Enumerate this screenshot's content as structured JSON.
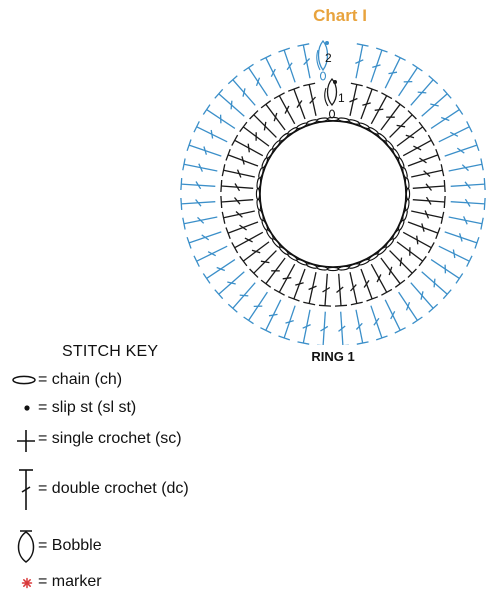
{
  "chart_title": "Chart I",
  "ring_label": "RING 1",
  "round_labels": [
    "1",
    "2"
  ],
  "stitch_key": {
    "title": "STITCH KEY",
    "items": [
      {
        "symbol": "chain-symbol",
        "text": "= chain (ch)"
      },
      {
        "symbol": "slip-stitch-symbol",
        "text": "= slip st (sl st)"
      },
      {
        "symbol": "single-crochet-symbol",
        "text": "= single crochet (sc)"
      },
      {
        "symbol": "double-crochet-symbol",
        "text": "= double crochet (dc)"
      },
      {
        "symbol": "bobble-symbol",
        "text": "= Bobble"
      },
      {
        "symbol": "marker-symbol",
        "text": "= marker"
      }
    ]
  },
  "colors": {
    "title": "#e8a33d",
    "round1": "#1a1a1a",
    "round2": "#3b8fc9",
    "marker": "#d9383a"
  }
}
